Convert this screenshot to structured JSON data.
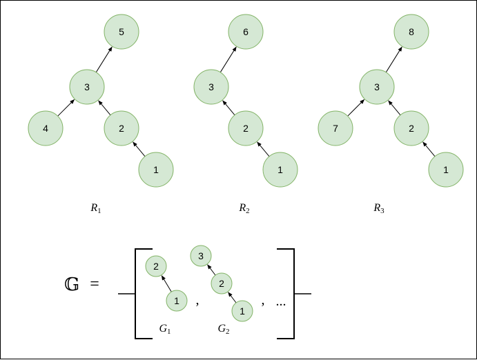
{
  "trees": [
    {
      "label": "R",
      "sub": "1",
      "nodes": [
        {
          "id": "5",
          "text": "5"
        },
        {
          "id": "3",
          "text": "3"
        },
        {
          "id": "4",
          "text": "4"
        },
        {
          "id": "2",
          "text": "2"
        },
        {
          "id": "1",
          "text": "1"
        }
      ],
      "edges": [
        [
          "4",
          "3"
        ],
        [
          "2",
          "3"
        ],
        [
          "3",
          "5"
        ],
        [
          "1",
          "2"
        ]
      ]
    },
    {
      "label": "R",
      "sub": "2",
      "nodes": [
        {
          "id": "6",
          "text": "6"
        },
        {
          "id": "3",
          "text": "3"
        },
        {
          "id": "2",
          "text": "2"
        },
        {
          "id": "1",
          "text": "1"
        }
      ],
      "edges": [
        [
          "2",
          "3"
        ],
        [
          "3",
          "6"
        ],
        [
          "1",
          "2"
        ]
      ]
    },
    {
      "label": "R",
      "sub": "3",
      "nodes": [
        {
          "id": "8",
          "text": "8"
        },
        {
          "id": "3",
          "text": "3"
        },
        {
          "id": "7",
          "text": "7"
        },
        {
          "id": "2",
          "text": "2"
        },
        {
          "id": "1",
          "text": "1"
        }
      ],
      "edges": [
        [
          "7",
          "3"
        ],
        [
          "2",
          "3"
        ],
        [
          "3",
          "8"
        ],
        [
          "1",
          "2"
        ]
      ]
    }
  ],
  "set_expr": {
    "symbol": "𝔾",
    "equals": "=",
    "comma": ",",
    "ellipsis": "...",
    "members": [
      {
        "label": "G",
        "sub": "1",
        "nodes": [
          {
            "id": "2",
            "text": "2"
          },
          {
            "id": "1",
            "text": "1"
          }
        ],
        "edges": [
          [
            "1",
            "2"
          ]
        ]
      },
      {
        "label": "G",
        "sub": "2",
        "nodes": [
          {
            "id": "3",
            "text": "3"
          },
          {
            "id": "2",
            "text": "2"
          },
          {
            "id": "1",
            "text": "1"
          }
        ],
        "edges": [
          [
            "2",
            "3"
          ],
          [
            "1",
            "2"
          ]
        ]
      }
    ]
  }
}
